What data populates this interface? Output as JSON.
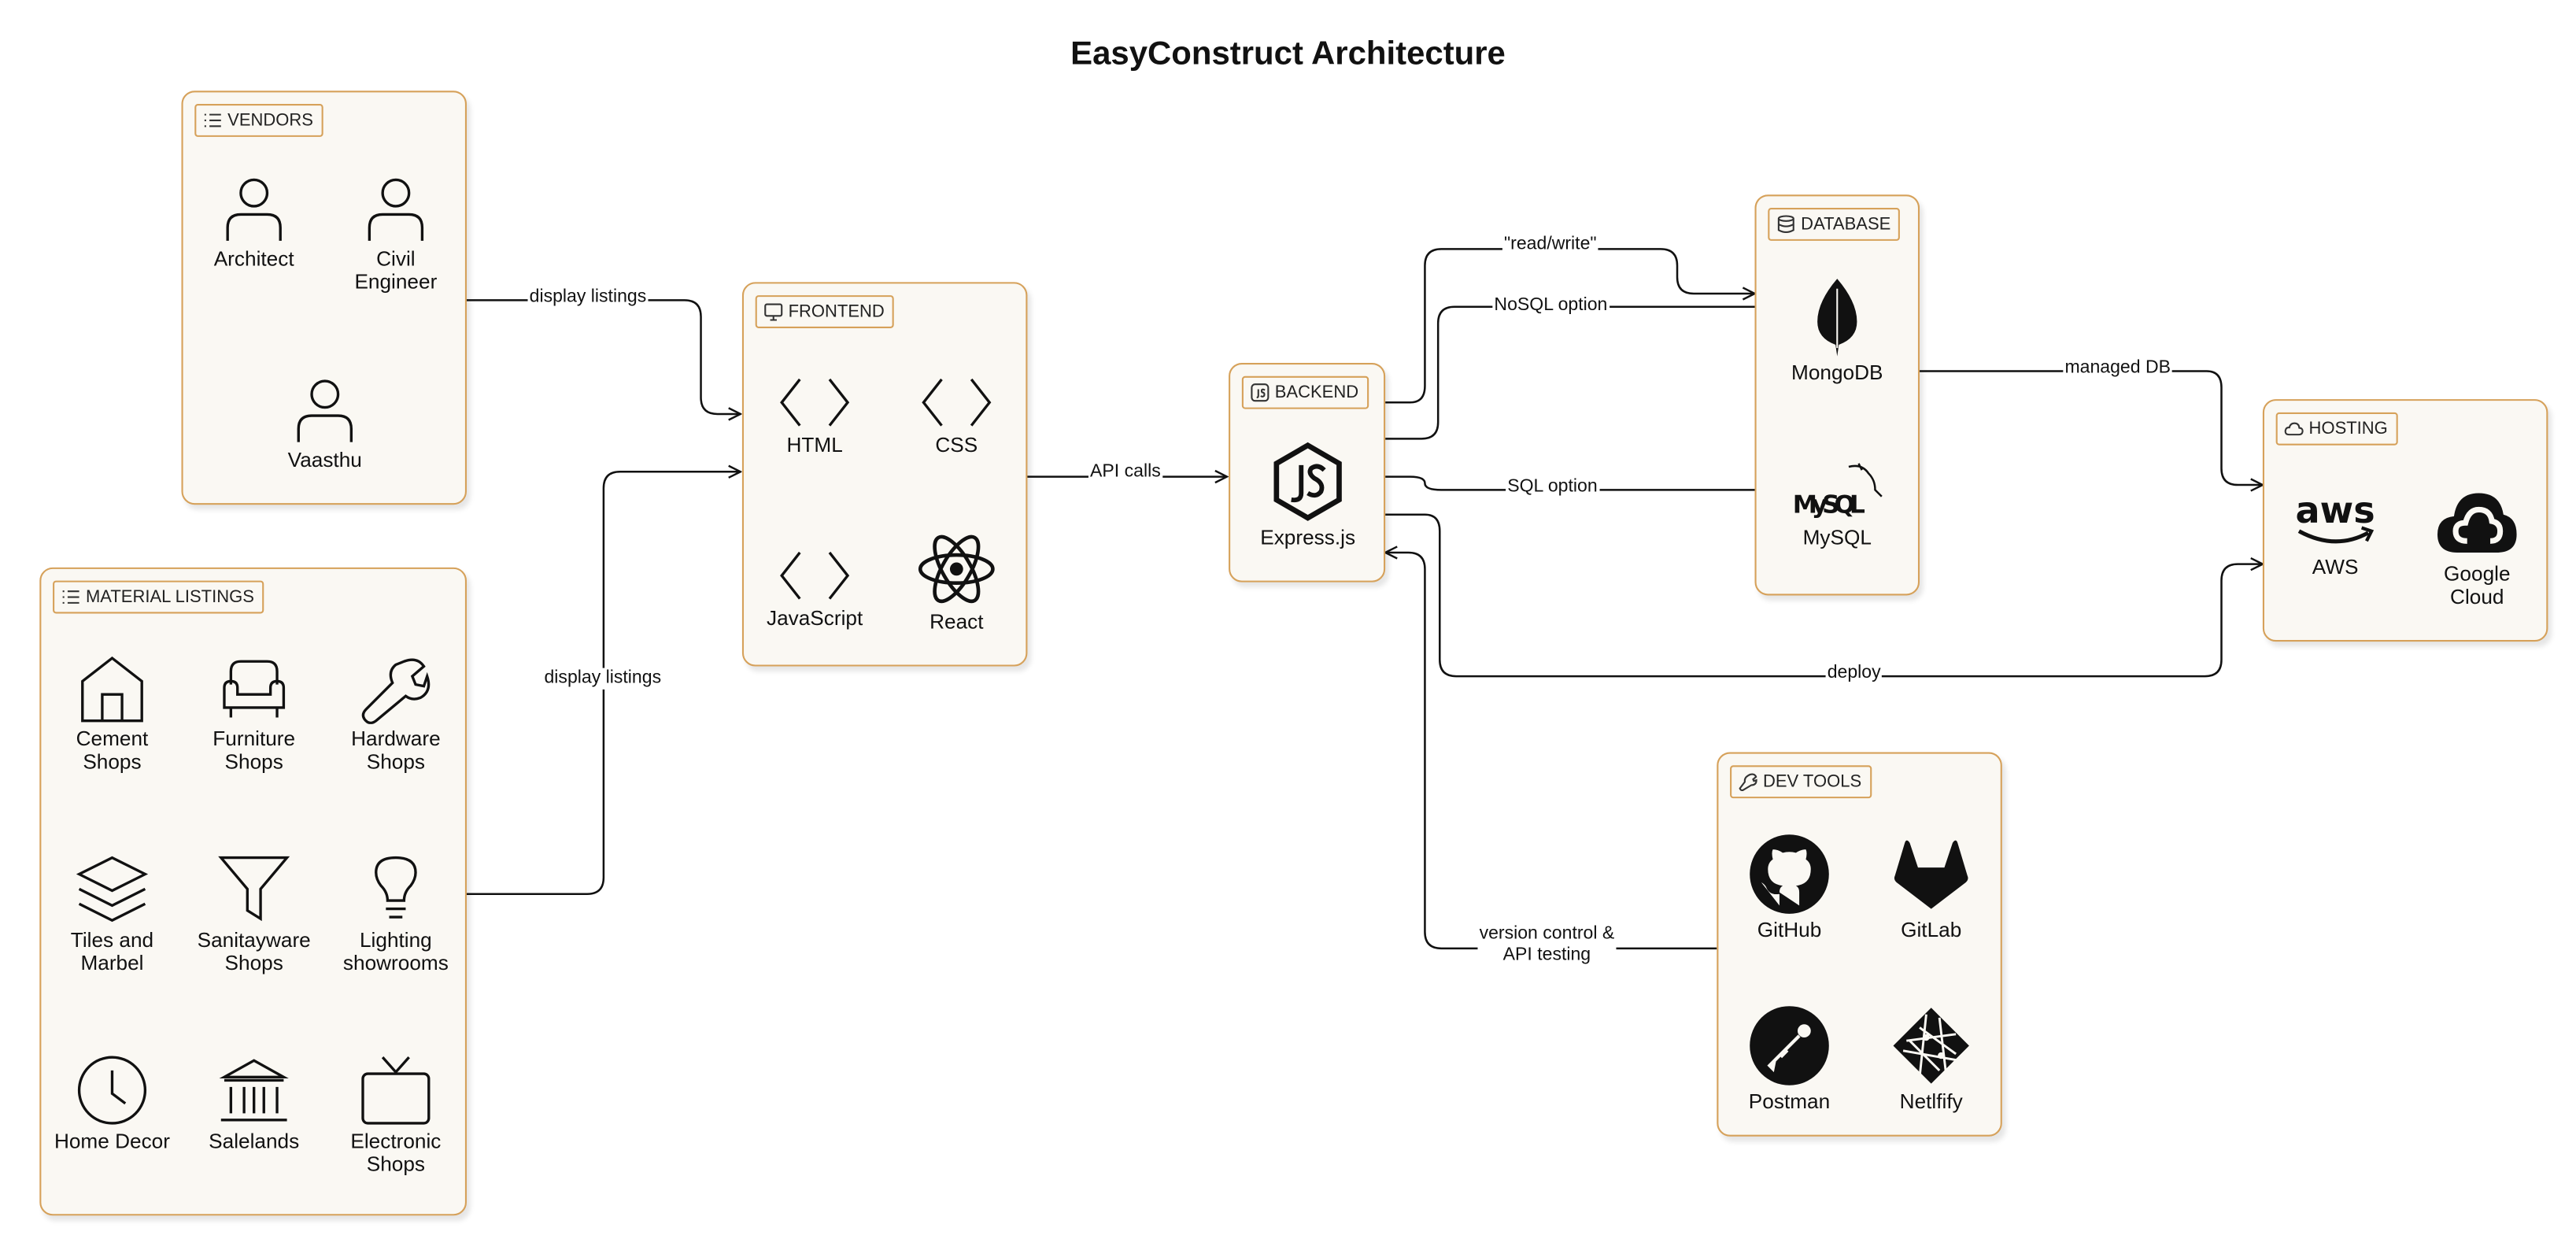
{
  "title": "EasyConstruct Architecture",
  "groups": {
    "vendors": {
      "label": "VENDORS",
      "items": [
        "Architect",
        "Civil\nEngineer",
        "Vaasthu"
      ]
    },
    "materials": {
      "label": "MATERIAL LISTINGS",
      "items": [
        "Cement\nShops",
        "Furniture\nShops",
        "Hardware\nShops",
        "Tiles and\nMarbel",
        "Sanitayware\nShops",
        "Lighting\nshowrooms",
        "Home Decor",
        "Salelands",
        "Electronic\nShops"
      ]
    },
    "frontend": {
      "label": "FRONTEND",
      "items": [
        "HTML",
        "CSS",
        "JavaScript",
        "React"
      ]
    },
    "backend": {
      "label": "BACKEND",
      "items": [
        "Express.js"
      ]
    },
    "database": {
      "label": "DATABASE",
      "items": [
        "MongoDB",
        "MySQL"
      ]
    },
    "hosting": {
      "label": "HOSTING",
      "items": [
        "AWS",
        "Google\nCloud"
      ]
    },
    "devtools": {
      "label": "DEV TOOLS",
      "items": [
        "GitHub",
        "GitLab",
        "Postman",
        "Netlfify"
      ]
    }
  },
  "logo_text": {
    "mysql": "MySQL",
    "aws": "aws"
  },
  "edges": {
    "vendors_frontend": "display listings",
    "materials_frontend": "display listings",
    "frontend_backend": "API calls",
    "backend_mongo_rw": "\"read/write\"",
    "backend_mongo_nosql": "NoSQL option",
    "backend_mysql": "SQL option",
    "mongo_hosting": "managed DB",
    "backend_hosting": "deploy",
    "devtools_backend": "version control &\nAPI testing"
  },
  "icons": {
    "vendors": [
      "person-icon",
      "person-icon",
      "person-icon"
    ],
    "materials": [
      "house-icon",
      "sofa-icon",
      "wrench-icon",
      "layers-icon",
      "funnel-icon",
      "lightbulb-icon",
      "clock-icon",
      "landmark-icon",
      "tv-icon"
    ],
    "frontend": [
      "code-icon",
      "code-icon",
      "code-icon",
      "react-icon"
    ],
    "backend": [
      "nodejs-icon"
    ],
    "database": [
      "mongodb-icon",
      "mysql-icon"
    ],
    "hosting": [
      "aws-icon",
      "google-cloud-icon"
    ],
    "devtools": [
      "github-icon",
      "gitlab-icon",
      "postman-icon",
      "netlify-icon"
    ]
  },
  "colors": {
    "group_border": "#d6a15a",
    "group_fill": "#faf8f3",
    "edge": "#111111"
  }
}
